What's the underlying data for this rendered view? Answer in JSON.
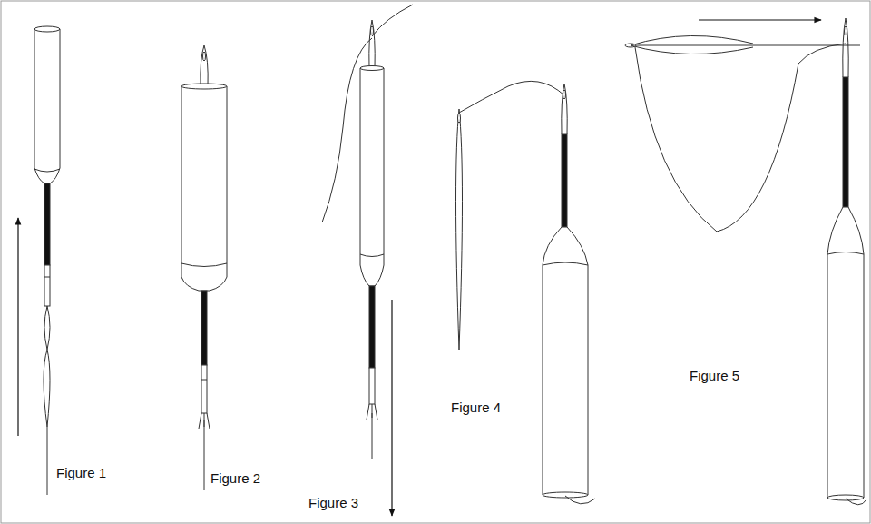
{
  "diagram": {
    "labels": [
      "Figure 1",
      "Figure 2",
      "Figure 3",
      "Figure 4",
      "Figure 5"
    ]
  }
}
